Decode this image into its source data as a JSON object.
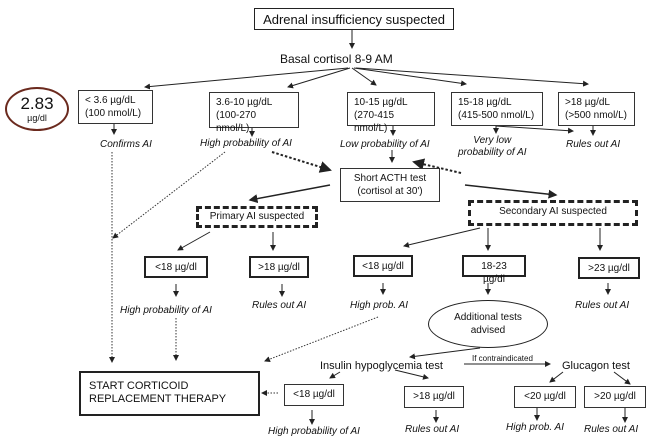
{
  "diagram": {
    "root": "Adrenal insufficiency suspected",
    "basal": "Basal cortisol 8-9 AM",
    "highlight": {
      "value": "2.83",
      "unit": "µg/dl",
      "border_color": "#6b2a1e"
    },
    "basal_ranges": [
      {
        "line1": "< 3.6 µg/dL",
        "line2": "(100 nmol/L)",
        "outcome": "Confirms AI"
      },
      {
        "line1": "3.6-10 µg/dL",
        "line2": "(100-270 nmol/L)",
        "outcome": "High probability of AI"
      },
      {
        "line1": "10-15 µg/dL",
        "line2": "(270-415 nmol/L)",
        "outcome": "Low probability of AI"
      },
      {
        "line1": "15-18 µg/dL",
        "line2": "(415-500 nmol/L)",
        "outcome_line1": "Very low",
        "outcome_line2": "probability of AI"
      },
      {
        "line1": ">18 µg/dL",
        "line2": "(>500 nmol/L)",
        "outcome": "Rules out AI"
      }
    ],
    "acth": {
      "line1": "Short ACTH test",
      "line2": "(cortisol at 30')"
    },
    "primary": {
      "title": "Primary AI suspected",
      "results": [
        {
          "label": "<18 µg/dl",
          "outcome": "High probability of AI"
        },
        {
          "label": ">18 µg/dl",
          "outcome": "Rules out AI"
        }
      ]
    },
    "secondary": {
      "title": "Secondary AI suspected",
      "results": [
        {
          "label": "<18 µg/dl",
          "outcome": "High prob. AI"
        },
        {
          "label": "18-23 µg/dl"
        },
        {
          "label": ">23 µg/dl",
          "outcome": "Rules out AI"
        }
      ]
    },
    "additional": {
      "line1": "Additional tests",
      "line2": "advised"
    },
    "insulin": {
      "title": "Insulin hypoglycemia test",
      "results": [
        {
          "label": "<18 µg/dl",
          "outcome": "High probability of AI"
        },
        {
          "label": ">18 µg/dl",
          "outcome": "Rules out AI"
        }
      ]
    },
    "contraindicated": "If contraindicated",
    "glucagon": {
      "title": "Glucagon test",
      "results": [
        {
          "label": "<20 µg/dl",
          "outcome": "High prob. AI"
        },
        {
          "label": ">20 µg/dl",
          "outcome": "Rules out AI"
        }
      ]
    },
    "therapy": {
      "line1": "START CORTICOID",
      "line2": "REPLACEMENT THERAPY"
    }
  }
}
